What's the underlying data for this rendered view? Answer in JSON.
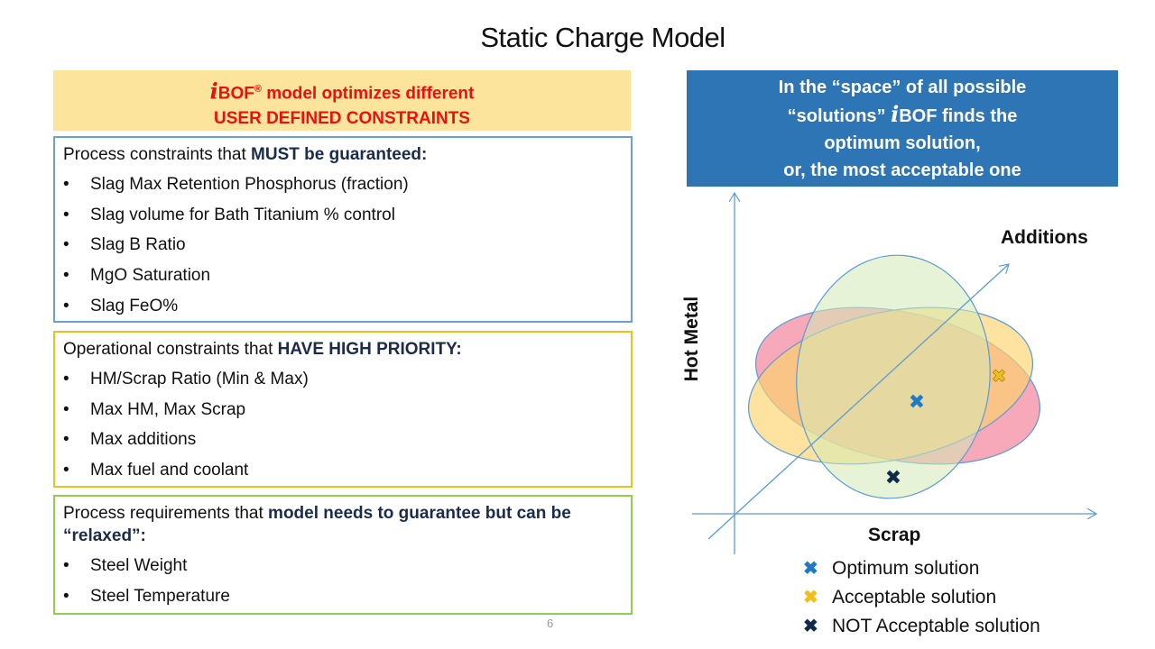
{
  "title": "Static Charge Model",
  "header": {
    "brand_i": "i",
    "brand": "BOF",
    "reg": "®",
    "line1": " model optimizes different",
    "line2": "USER DEFINED CONSTRAINTS"
  },
  "boxes": [
    {
      "lead_pre": "Process constraints that ",
      "lead_bold": "MUST be guaranteed:",
      "items": [
        "Slag Max Retention Phosphorus (fraction)",
        "Slag volume for Bath Titanium % control",
        "Slag B Ratio",
        "MgO Saturation",
        "Slag FeO%"
      ]
    },
    {
      "lead_pre": "Operational constraints that ",
      "lead_bold": "HAVE HIGH  PRIORITY:",
      "items": [
        "HM/Scrap Ratio (Min & Max)",
        "Max HM, Max Scrap",
        "Max additions",
        "Max fuel and coolant"
      ]
    },
    {
      "lead_pre": "Process requirements that ",
      "lead_bold": "model needs to guarantee but can be “relaxed”:",
      "items": [
        "Steel Weight",
        "Steel Temperature"
      ]
    }
  ],
  "page_number": "6",
  "callout": {
    "line1": "In the “space” of all possible",
    "line2a": "“solutions” ",
    "brand_i": "i",
    "line2b": "BOF finds the",
    "line3": "optimum solution,",
    "line4": "or, the most acceptable one"
  },
  "diagram": {
    "x_label": "Scrap",
    "y_label": "Hot Metal",
    "z_label": "Additions"
  },
  "legend": [
    {
      "label": "Optimum solution",
      "color": "#1f7bc4"
    },
    {
      "label": "Acceptable solution",
      "color": "#f2be1b"
    },
    {
      "label": "NOT Acceptable solution",
      "color": "#0f2a4a"
    }
  ]
}
